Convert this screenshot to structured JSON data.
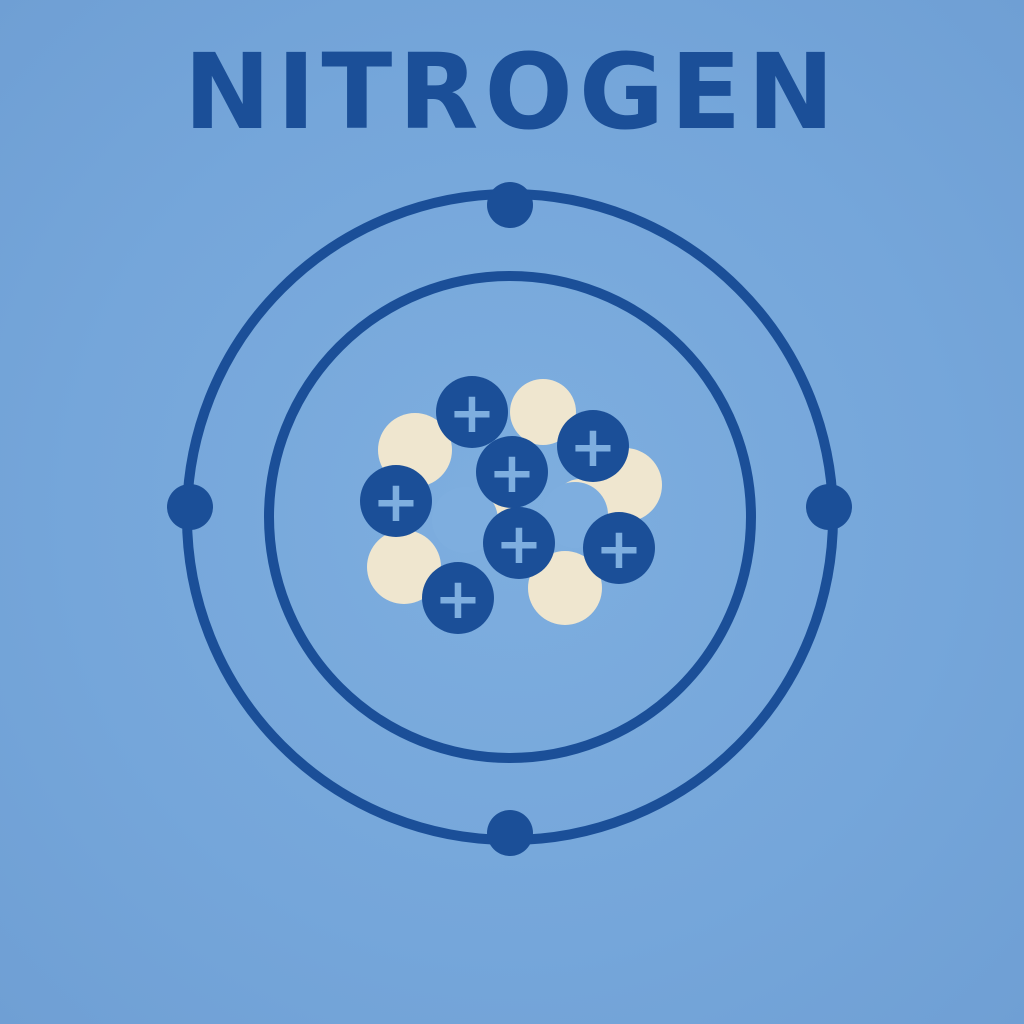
{
  "title": "NITROGEN",
  "colors": {
    "background": "#77a8dc",
    "ink": "#1b4f98",
    "neutron": "#efe6cf",
    "proton_sign": "#7eaedf"
  },
  "atom": {
    "element": "Nitrogen",
    "protons": 7,
    "neutrons": 7,
    "shells": [
      {
        "name": "inner-shell",
        "electrons": 0
      },
      {
        "name": "outer-shell",
        "electrons": 4
      }
    ],
    "proton_symbol": "+"
  }
}
